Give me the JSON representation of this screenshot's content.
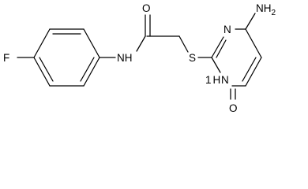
{
  "molecule": {
    "labels": {
      "fluorine": "F",
      "amide_nh": "NH",
      "carbonyl_o_amide": "O",
      "sulfur": "S",
      "ring_n3": "N",
      "ring_nh": "NH",
      "ring_h": "H",
      "ring_carbonyl_o": "O",
      "amino": "NH",
      "amino_subscript": "2"
    },
    "ring_h_prefix": "1"
  }
}
